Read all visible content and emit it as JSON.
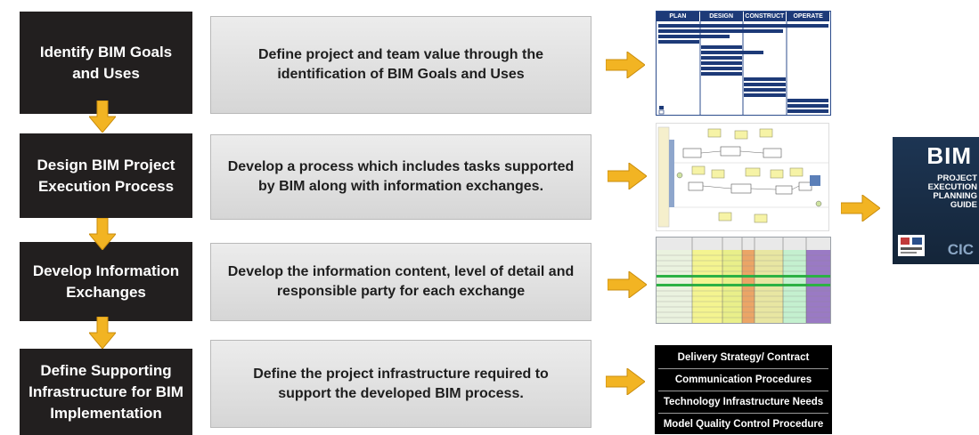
{
  "steps": [
    {
      "title": "Identify BIM Goals and Uses",
      "description": "Define project and team value through the identification of BIM Goals and Uses"
    },
    {
      "title": "Design BIM Project Execution Process",
      "description": "Develop a process which includes tasks supported by BIM along with information exchanges."
    },
    {
      "title": "Develop Information Exchanges",
      "description": "Develop the information content, level of detail and responsible party for each exchange"
    },
    {
      "title": "Define Supporting Infrastructure for BIM Implementation",
      "description": "Define the project infrastructure required to support the developed BIM process."
    }
  ],
  "thumb_phases": [
    "PLAN",
    "DESIGN",
    "CONSTRUCT",
    "OPERATE"
  ],
  "infrastructure_items": [
    "Delivery Strategy/ Contract",
    "Communication Procedures",
    "Technology Infrastructure Needs",
    "Model Quality Control Procedure"
  ],
  "book": {
    "title": "BIM",
    "subtitle": "PROJECT EXECUTION PLANNING GUIDE",
    "publisher": "CIC"
  },
  "colors": {
    "step_box": "#221f1f",
    "arrow": "#f2b423",
    "arrow_outline": "#c98c0c",
    "description_box": "#e0e0e0"
  }
}
